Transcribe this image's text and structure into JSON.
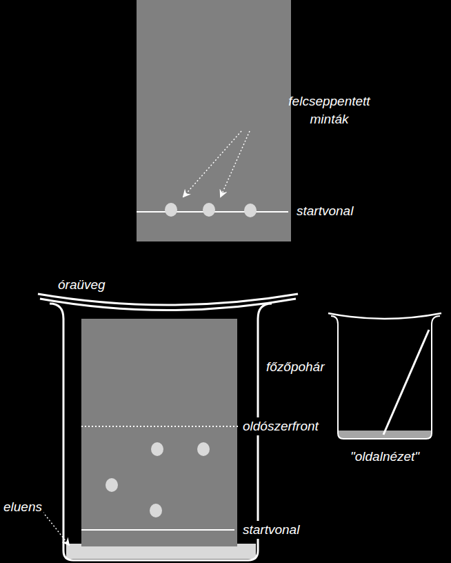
{
  "diagram": {
    "labels": [
      "felcseppentett minták",
      "startvonal",
      "óraüveg",
      "főzőpohár",
      "oldószerfront",
      "startvonal",
      "eluens",
      "\"oldalnézet\""
    ]
  }
}
